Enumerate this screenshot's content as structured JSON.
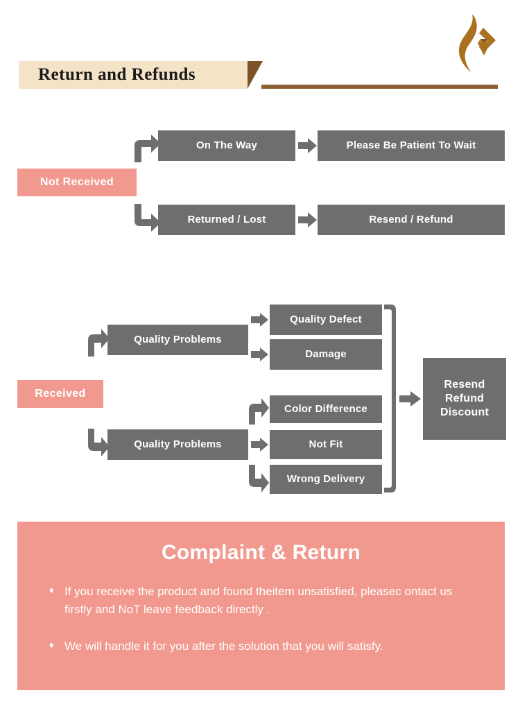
{
  "header": {
    "title": "Return and Refunds",
    "logo_name": "brand-flame-diamond-logo",
    "banner_color": "#f4e3c6",
    "fold_color": "#7d5229",
    "rule_color": "#8a5f33",
    "logo_color": "#a9711f"
  },
  "palette": {
    "box_gray": "#6e6e6e",
    "label_pink": "#f2998f",
    "arrow_gray": "#6e6e6e",
    "text_white": "#ffffff"
  },
  "flow_not_received": {
    "label": "Not Received",
    "branches": [
      {
        "step": "On The Way",
        "result": "Please Be Patient To Wait"
      },
      {
        "step": "Returned / Lost",
        "result": "Resend / Refund"
      }
    ]
  },
  "flow_received": {
    "label": "Received",
    "groups": [
      {
        "cause": "Quality Problems",
        "reasons": [
          "Quality Defect",
          "Damage"
        ]
      },
      {
        "cause": "Quality Problems",
        "reasons": [
          "Color Difference",
          "Not Fit",
          "Wrong Delivery"
        ]
      }
    ],
    "outcome_lines": [
      "Resend",
      "Refund",
      "Discount"
    ]
  },
  "complaint": {
    "title": "Complaint & Return",
    "bullet_mark": "♦",
    "bullets": [
      "If you receive the product and found theitem unsatisfied, pleasec ontact us firstly and NoT leave feedback directly .",
      "We will handle it for you after the solution that you will satisfy."
    ]
  }
}
